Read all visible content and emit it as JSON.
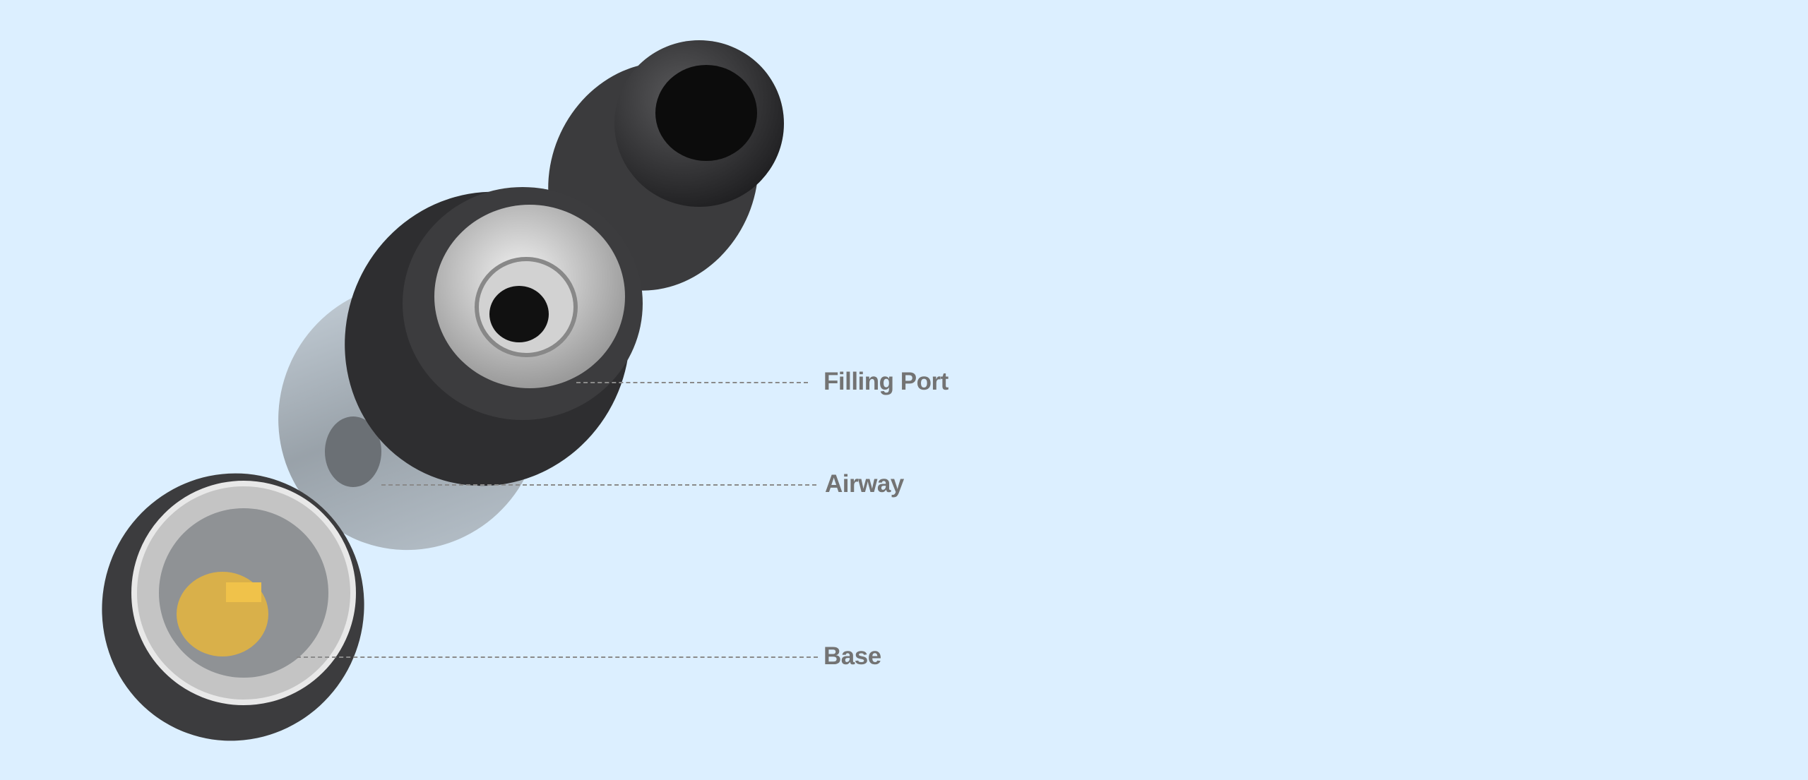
{
  "callouts": {
    "filling_port": "Filling Port",
    "airway": "Airway",
    "base": "Base"
  },
  "colors": {
    "background": "#dcefff",
    "label": "#737373",
    "metal_dark": "#3a3a3c",
    "brass": "#d9b04a"
  }
}
